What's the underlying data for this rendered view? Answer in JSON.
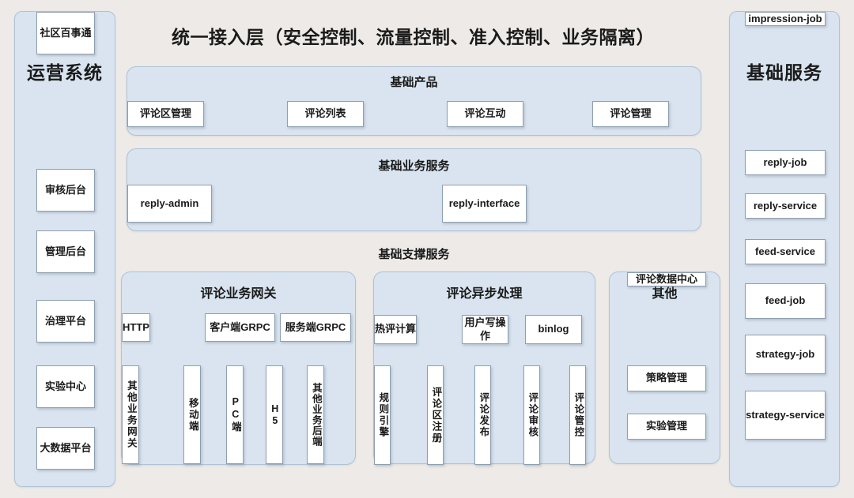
{
  "access_layer": {
    "title": "统一接入层（安全控制、流量控制、准入控制、业务隔离）"
  },
  "operations": {
    "title": "运营系统",
    "items": [
      "审核后台",
      "管理后台",
      "治理平台",
      "实验中心",
      "大数据平台",
      "社区百事通"
    ]
  },
  "services": {
    "title": "基础服务",
    "items": [
      "reply-job",
      "reply-service",
      "feed-service",
      "feed-job",
      "strategy-job",
      "strategy-service",
      "impression-job"
    ]
  },
  "products": {
    "title": "基础产品",
    "items": [
      "评论列表",
      "评论互动",
      "评论管理",
      "评论区管理"
    ]
  },
  "business": {
    "title": "基础业务服务",
    "items": [
      "reply-interface",
      "reply-admin"
    ]
  },
  "support": {
    "title": "基础支撑服务",
    "gateway": {
      "title": "评论业务网关",
      "protocols": [
        "客户端GRPC",
        "服务端GRPC",
        "HTTP"
      ],
      "clients": [
        "移动端",
        "PC端",
        "H5",
        "其他业务后端",
        "其他业务网关"
      ]
    },
    "async": {
      "title": "评论异步处理",
      "inputs": [
        "用户写操作",
        "binlog",
        "热评计算"
      ],
      "processes": [
        "评论区注册",
        "评论发布",
        "评论审核",
        "评论管控",
        "规则引擎"
      ]
    },
    "other": {
      "title": "其他",
      "items": [
        "策略管理",
        "实验管理",
        "评论数据中心"
      ]
    }
  },
  "colors": {
    "background": "#EDEAE7",
    "panel_fill": "#D9E4F0",
    "panel_border": "#AEC3D8",
    "node_border": "#8E9FAF",
    "text": "#1A1A1A"
  }
}
